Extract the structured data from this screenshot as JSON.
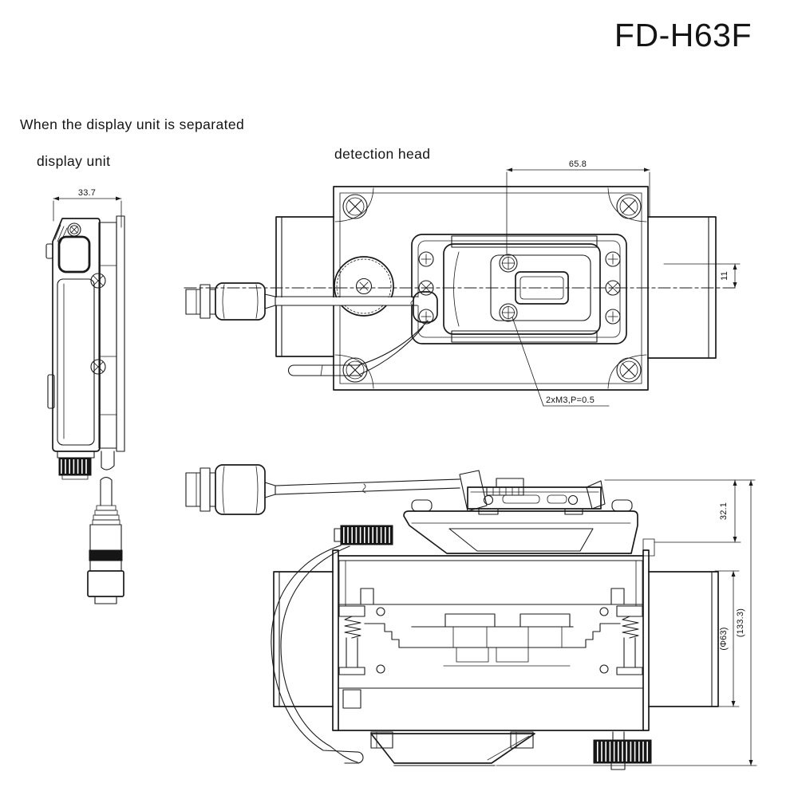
{
  "title": "FD-H63F",
  "caption": "When the display unit is separated",
  "views": {
    "display_unit": {
      "label": "display unit"
    },
    "detection_head": {
      "label": "detection head"
    }
  },
  "dimensions": {
    "display_unit_width": "33.7",
    "bracket_screw_span": "65.8",
    "screw_to_center": "11",
    "bracket_height": "32.1",
    "pipe_diameter": "(Φ63)",
    "overall_height": "(133.3)",
    "mount_thread_note": "2xM3,P=0.5"
  },
  "colors": {
    "line": "#1a1a1a",
    "background": "#ffffff"
  }
}
